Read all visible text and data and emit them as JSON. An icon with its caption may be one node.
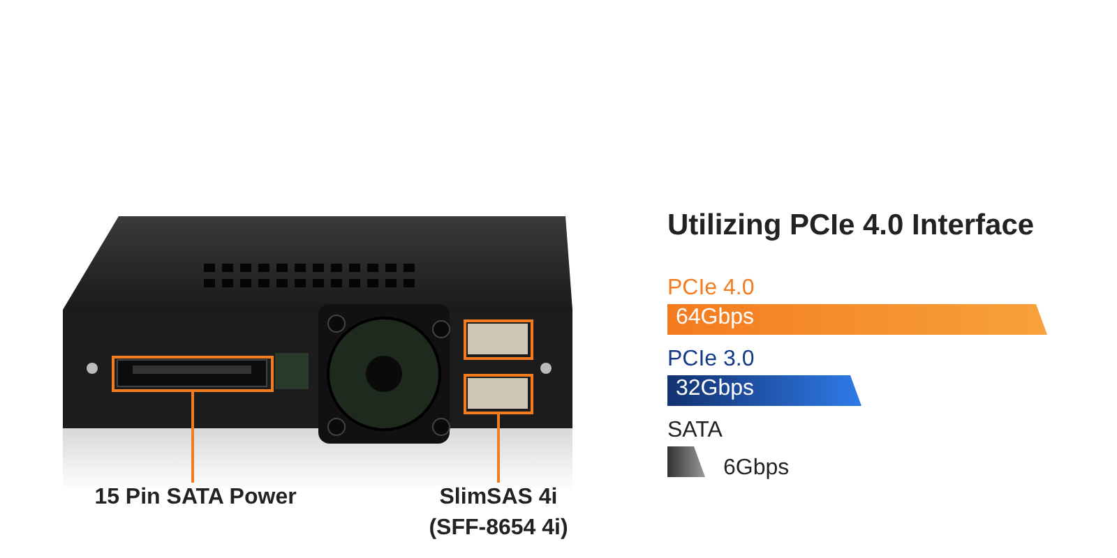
{
  "diagram": {
    "title": "Utilizing PCIe 4.0 Interface",
    "nodes": [
      {
        "text": [],
        "shape": "box"
      },
      {
        "text": [],
        "shape": "box"
      },
      {
        "text": [],
        "shape": "box"
      },
      {
        "text": [
          "15 Pin SATA Power"
        ]
      },
      {
        "text": [
          "SlimSAS 4i (SFF-8654 4i)"
        ]
      },
      {
        "text": [
          "PCIe 4.0",
          "64Gbps"
        ]
      },
      {
        "text": [
          "PCIe 3.0",
          "32Gbps"
        ]
      },
      {
        "text": [
          "SATA",
          "6Gbps"
        ]
      }
    ],
    "edges": [
      {
        "from": 3,
        "to": 0,
        "arrow": "none"
      },
      {
        "from": 4,
        "to": 2,
        "arrow": "none"
      }
    ]
  }
}
